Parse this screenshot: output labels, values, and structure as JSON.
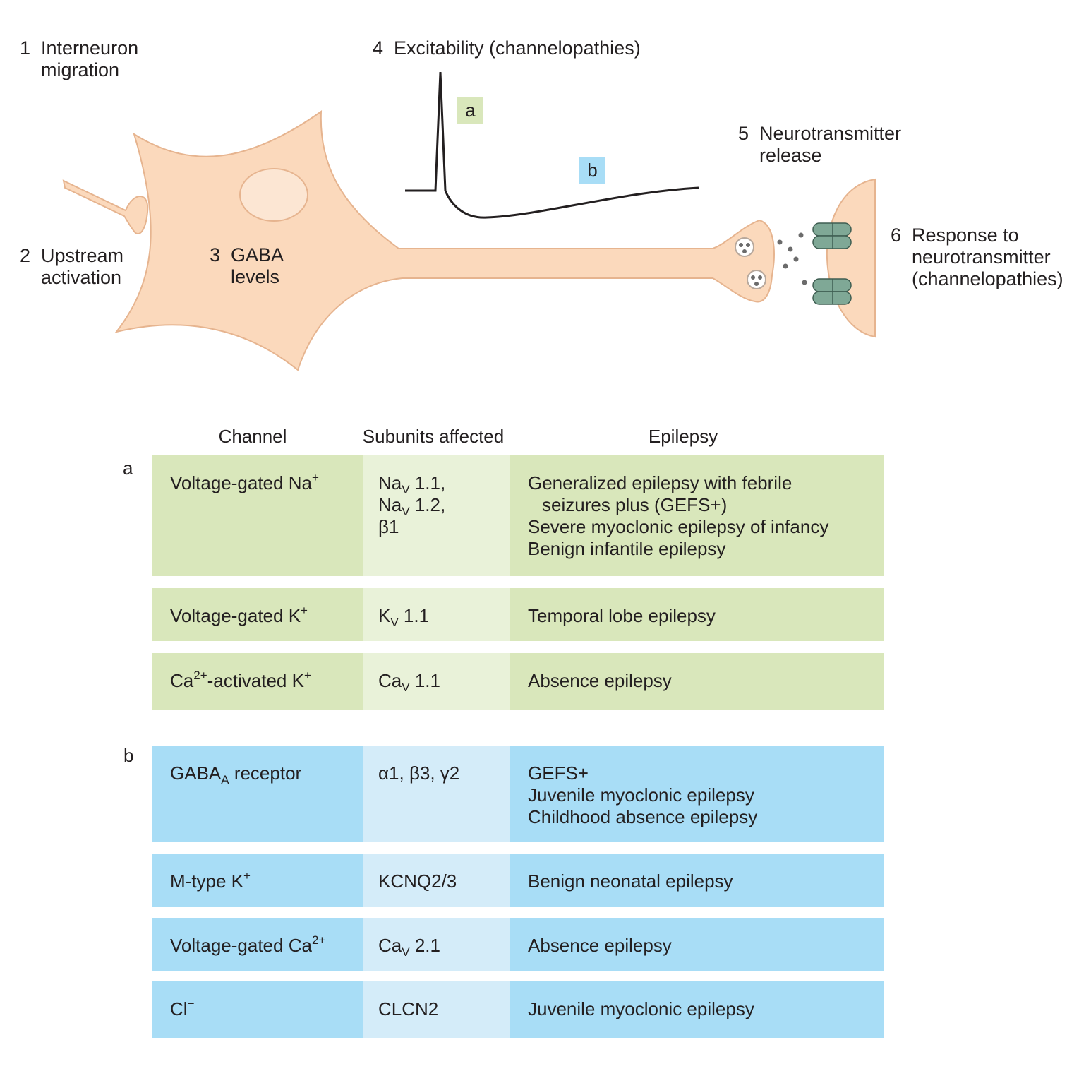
{
  "labels": {
    "l1": {
      "num": "1",
      "text": [
        "Interneuron",
        "migration"
      ]
    },
    "l2": {
      "num": "2",
      "text": [
        "Upstream",
        "activation"
      ]
    },
    "l3": {
      "num": "3",
      "text": [
        "GABA",
        "levels"
      ]
    },
    "l4": {
      "num": "4",
      "text": [
        "Excitability (channelopathies)"
      ]
    },
    "l5": {
      "num": "5",
      "text": [
        "Neurotransmitter",
        "release"
      ]
    },
    "l6": {
      "num": "6",
      "text": [
        "Response to",
        "neurotransmitter",
        "(channelopathies)"
      ]
    }
  },
  "trace_tags": {
    "a": "a",
    "b": "b"
  },
  "colors": {
    "neuron_fill": "#fbd9bc",
    "neuron_stroke": "#e6b48f",
    "group_a_dark": "#d9e7bb",
    "group_a_light": "#e9f2d9",
    "group_b_dark": "#a8ddf6",
    "group_b_light": "#d4ecf9",
    "receptor": "#7fa896"
  },
  "table": {
    "headers": {
      "channel": "Channel",
      "subunits": "Subunits affected",
      "epilepsy": "Epilepsy"
    },
    "group_a": {
      "letter": "a",
      "rows": [
        {
          "channel": "Voltage-gated Na",
          "channel_sup": "+",
          "subunits": [
            {
              "base": "Na",
              "sub": "V",
              "rest": " 1.1,"
            },
            {
              "base": "Na",
              "sub": "V",
              "rest": " 1.2,"
            },
            {
              "base": "β1",
              "sub": "",
              "rest": ""
            }
          ],
          "epilepsy": [
            "Generalized epilepsy with febrile",
            "seizures plus (GEFS+)",
            "Severe myoclonic epilepsy of infancy",
            "Benign infantile epilepsy"
          ]
        },
        {
          "channel": "Voltage-gated K",
          "channel_sup": "+",
          "subunits": [
            {
              "base": "K",
              "sub": "V",
              "rest": " 1.1"
            }
          ],
          "epilepsy": [
            "Temporal lobe epilepsy"
          ]
        },
        {
          "channel_pre": "Ca",
          "channel_pre_sup": "2+",
          "channel": "-activated K",
          "channel_sup": "+",
          "subunits": [
            {
              "base": "Ca",
              "sub": "V",
              "rest": " 1.1"
            }
          ],
          "epilepsy": [
            "Absence epilepsy"
          ]
        }
      ]
    },
    "group_b": {
      "letter": "b",
      "rows": [
        {
          "channel": "GABA",
          "channel_sub": "A",
          "channel_post": " receptor",
          "subunits": [
            {
              "base": "α1, β3, γ2",
              "sub": "",
              "rest": ""
            }
          ],
          "epilepsy": [
            "GEFS+",
            "Juvenile myoclonic epilepsy",
            "Childhood absence epilepsy"
          ]
        },
        {
          "channel": "M-type K",
          "channel_sup": "+",
          "subunits": [
            {
              "base": "KCNQ2/3",
              "sub": "",
              "rest": ""
            }
          ],
          "epilepsy": [
            "Benign neonatal epilepsy"
          ]
        },
        {
          "channel": "Voltage-gated Ca",
          "channel_sup": "2+",
          "subunits": [
            {
              "base": "Ca",
              "sub": "V",
              "rest": " 2.1"
            }
          ],
          "epilepsy": [
            "Absence epilepsy"
          ]
        },
        {
          "channel": "Cl",
          "channel_sup": "−",
          "subunits": [
            {
              "base": "CLCN2",
              "sub": "",
              "rest": ""
            }
          ],
          "epilepsy": [
            "Juvenile myoclonic epilepsy"
          ]
        }
      ]
    }
  }
}
